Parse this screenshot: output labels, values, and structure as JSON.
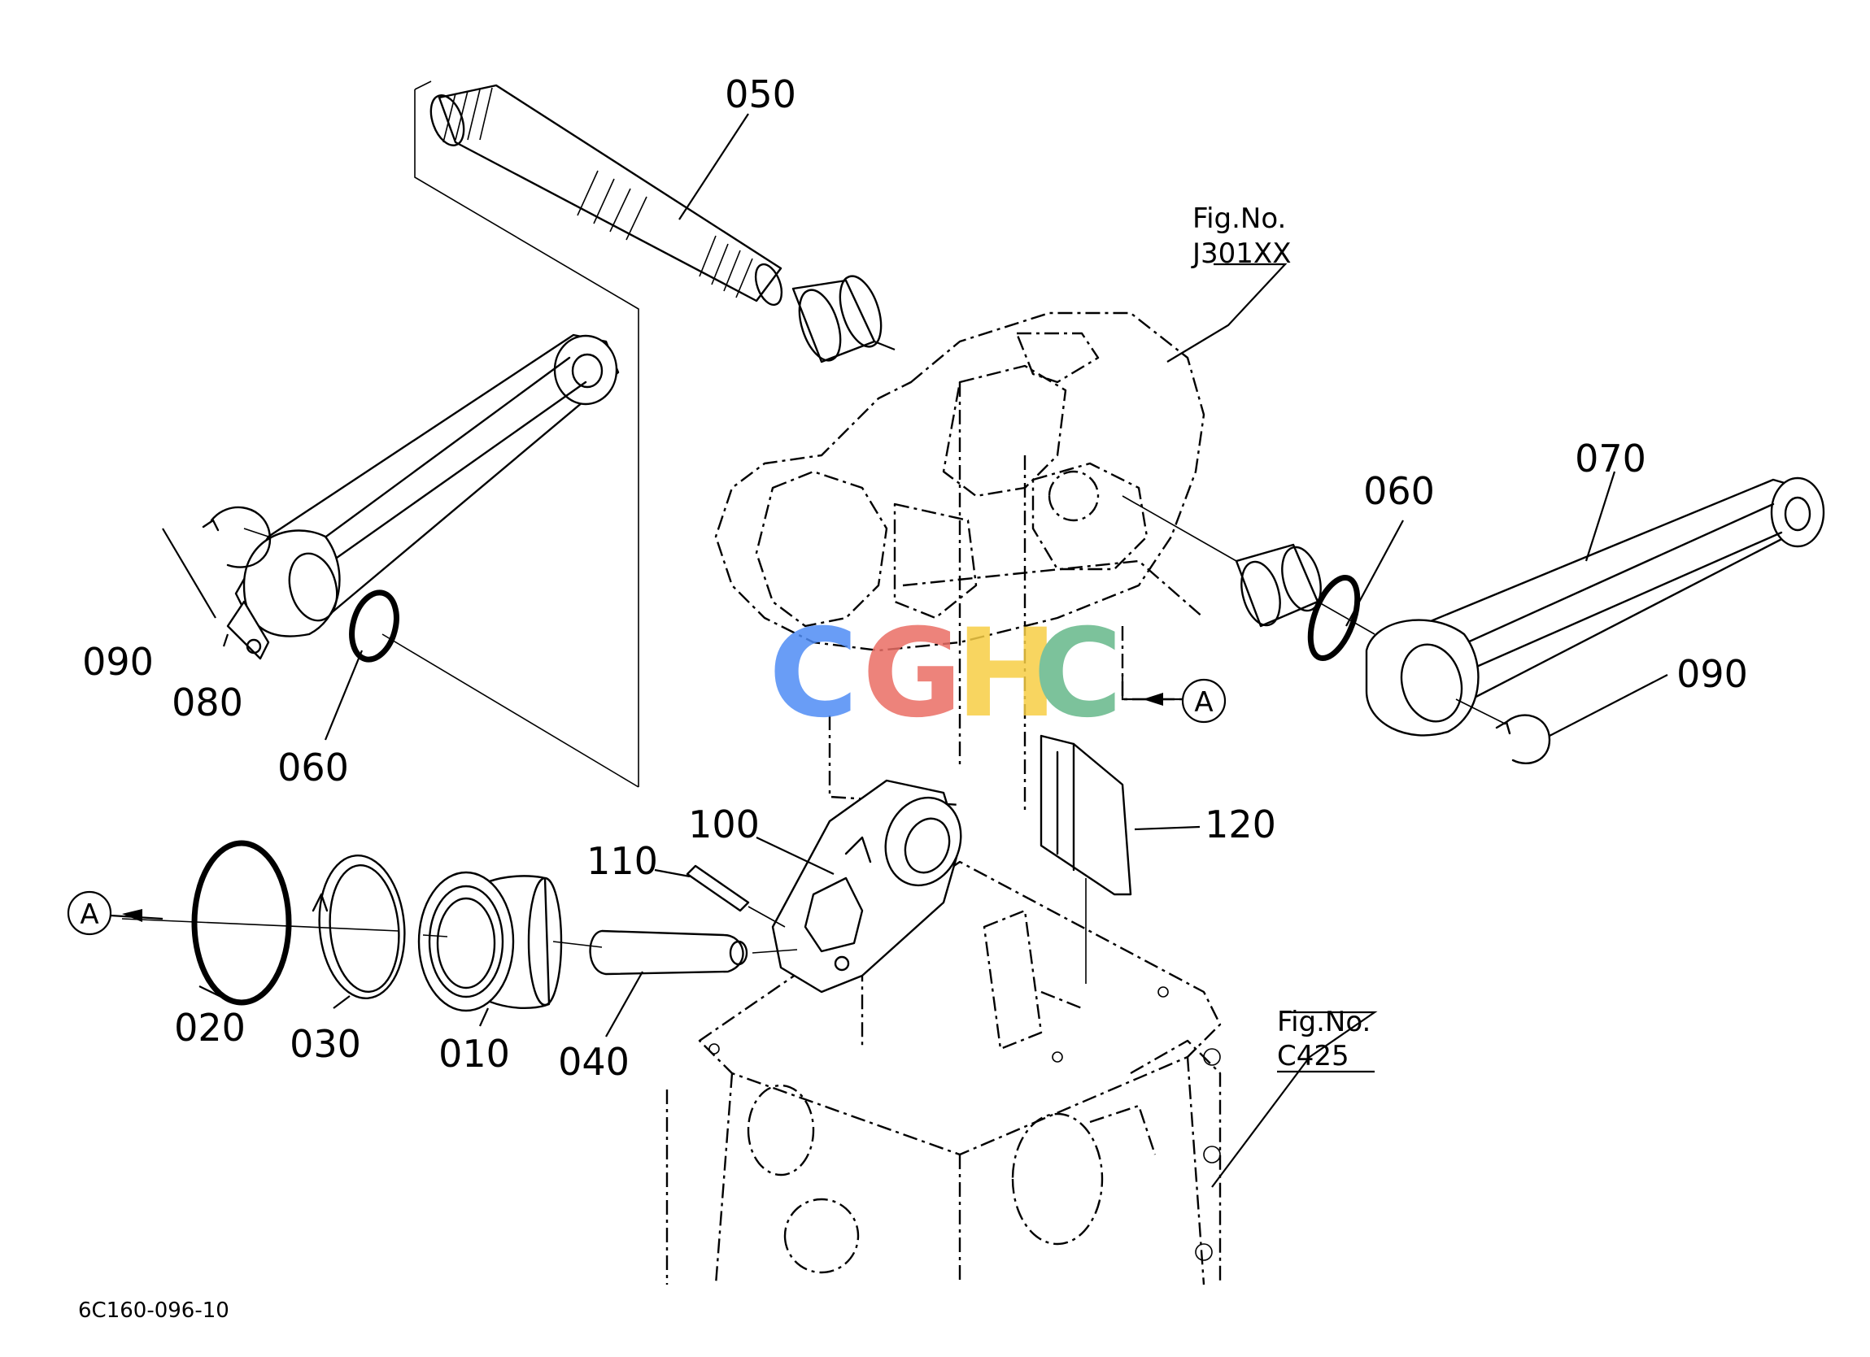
{
  "diagram": {
    "part_labels": {
      "p050": "050",
      "p060_left": "060",
      "p060_right": "060",
      "p070": "070",
      "p080": "080",
      "p090_left": "090",
      "p090_right": "090",
      "p100": "100",
      "p110": "110",
      "p120": "120",
      "p010": "010",
      "p020": "020",
      "p030": "030",
      "p040": "040"
    },
    "figure_refs": {
      "j301": {
        "line1": "Fig.No.",
        "line2": "J301XX"
      },
      "c425": {
        "line1": "Fig.No.",
        "line2": "C425"
      }
    },
    "callout_a_right": "A",
    "callout_a_left": "A",
    "drawing_code": "6C160-096-10",
    "watermark": {
      "text": "CGHC",
      "colors": [
        "#4f8cf5",
        "#ea6e65",
        "#f7ce45",
        "#66b88a"
      ]
    }
  }
}
